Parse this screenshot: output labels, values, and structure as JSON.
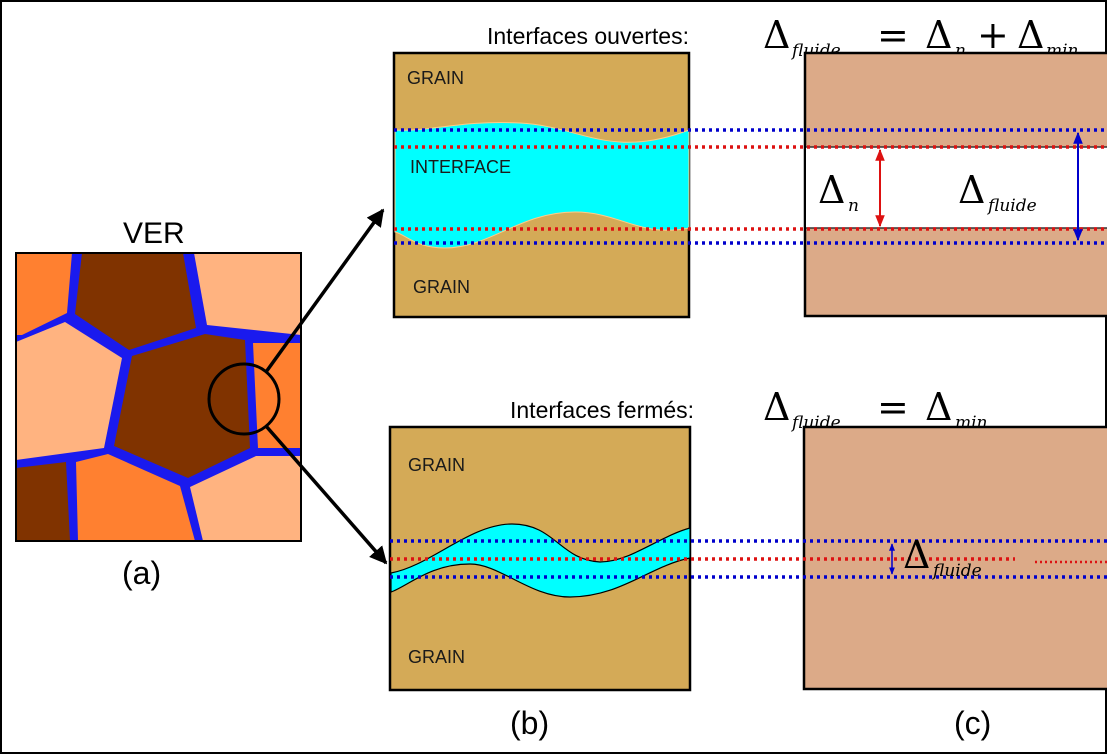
{
  "figure": {
    "ver": "VER",
    "label_a": "(a)",
    "label_b": "(b)",
    "label_c": "(c)"
  },
  "open": {
    "title": "Interfaces ouvertes:",
    "eq_delta1": "Δ",
    "eq_sub1": "fluide",
    "eq_equals": "=",
    "eq_delta2": "Δ",
    "eq_sub2": "n",
    "eq_plus": "+",
    "eq_delta3": "Δ",
    "eq_sub3": "min",
    "grain_top": "GRAIN",
    "interface": "INTERFACE",
    "grain_bottom": "GRAIN",
    "dn_delta": "Δ",
    "dn_sub": "n",
    "df_delta": "Δ",
    "df_sub": "fluide"
  },
  "closed": {
    "title": "Interfaces fermés:",
    "eq_delta1": "Δ",
    "eq_sub1": "fluide",
    "eq_equals": "=",
    "eq_delta2": "Δ",
    "eq_sub2": "min",
    "grain_top": "GRAIN",
    "grain_bottom": "GRAIN",
    "df_delta": "Δ",
    "df_sub": "fluide"
  },
  "colors": {
    "grain": "#d4aa57",
    "grain_pink": "#dcaa88",
    "fluid": "#00ffff",
    "blue_line": "#0000cc",
    "red_line": "#dd1111",
    "dark_grain": "#803300",
    "orange_grain": "#ff8030",
    "light_grain": "#ffb380",
    "boundary": "#1a1aee"
  }
}
